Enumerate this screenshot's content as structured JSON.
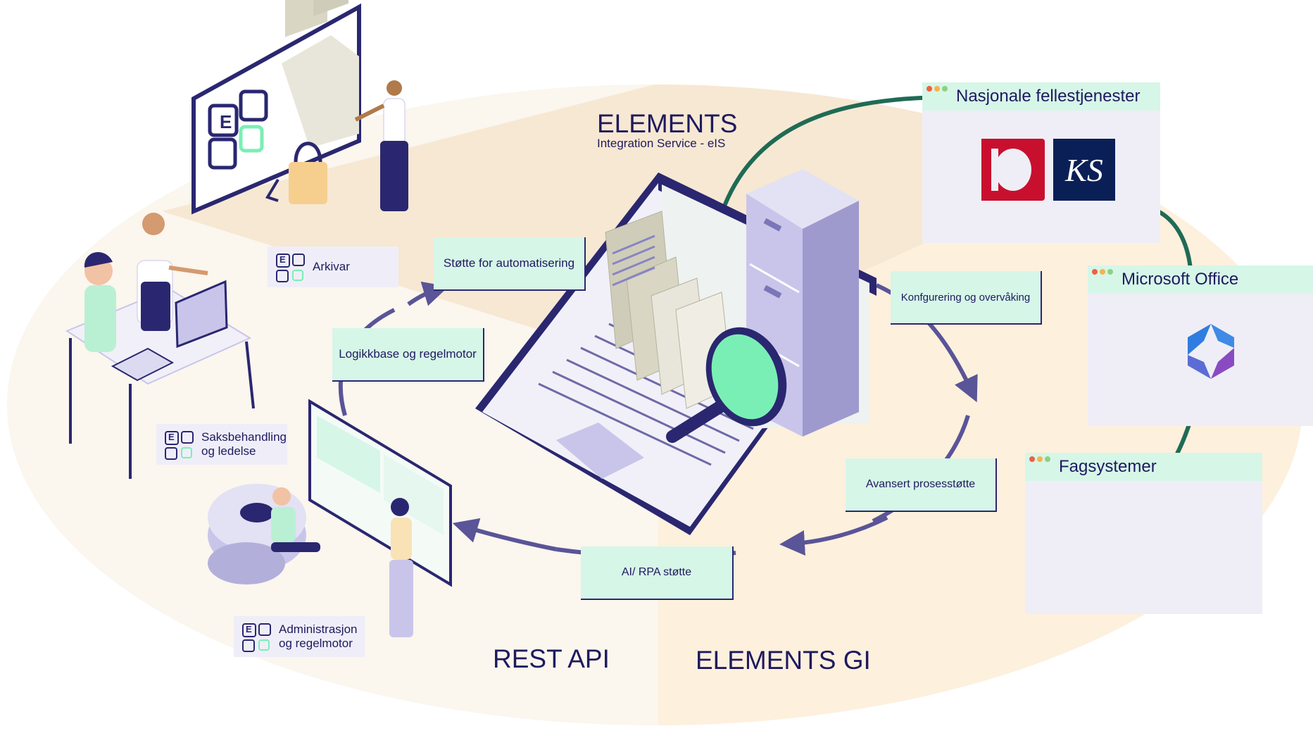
{
  "header": {
    "title": "ELEMENTS",
    "subtitle": "Integration Service - eIS"
  },
  "footer": {
    "left": "REST API",
    "right": "ELEMENTS GI"
  },
  "cycle": {
    "automation": "Støtte for automatisering",
    "logic": "Logikkbase og regelmotor",
    "config": "Konfgurering og overvåking",
    "process": "Avansert prosesstøtte",
    "ai": "AI/ RPA støtte"
  },
  "roles": {
    "archivist": "Arkivar",
    "case_line1": "Saksbehandling",
    "case_line2": "og ledelse",
    "admin_line1": "Administrasjon",
    "admin_line2": "og regelmotor",
    "logo_letter": "E"
  },
  "windows": {
    "national": {
      "title": "Nasjonale fellestjenester",
      "logo_ks": "KS"
    },
    "office": {
      "title": "Microsoft Office"
    },
    "fag": {
      "title": "Fagsystemer"
    }
  },
  "colors": {
    "navy": "#1e1a5e",
    "mint": "#d6f6e8",
    "bright_green": "#7aefb5",
    "lavender": "#c9c5ea",
    "peach": "#f6e6d0",
    "arc_green": "#1f6b55",
    "arrow_purple": "#5a5498",
    "red_logo": "#c8102e"
  }
}
